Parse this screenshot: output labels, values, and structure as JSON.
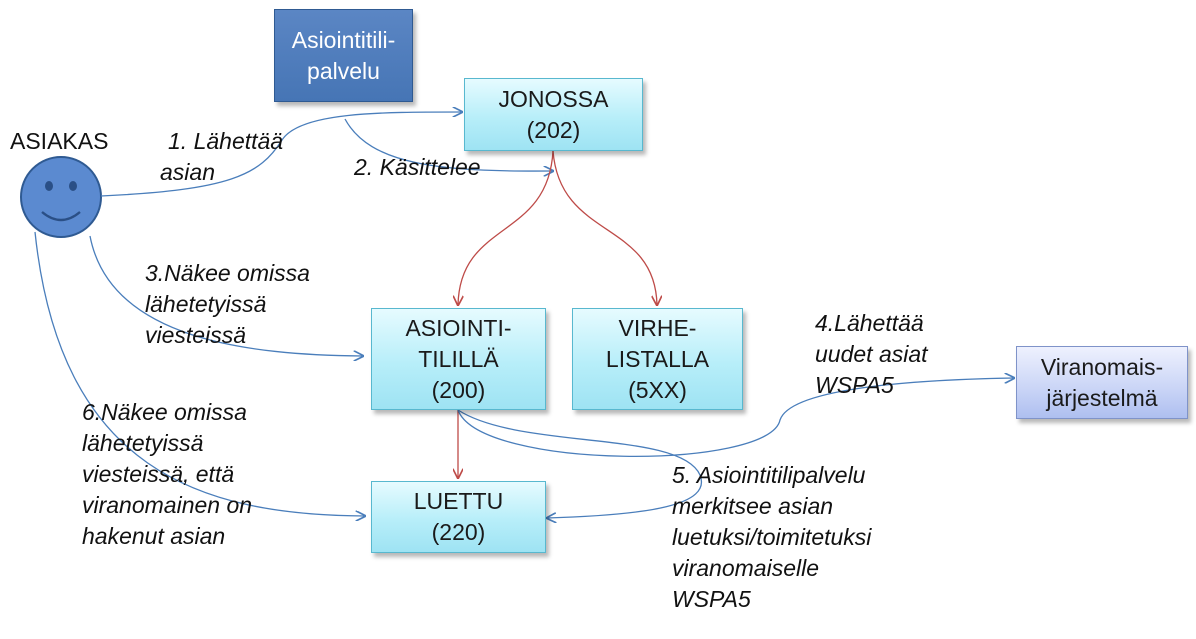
{
  "actor": {
    "label": "ASIAKAS"
  },
  "boxes": {
    "service": {
      "lines": [
        "Asiointitili-",
        "palvelu"
      ]
    },
    "queued": {
      "lines": [
        "JONOSSA",
        "(202)"
      ]
    },
    "in_account": {
      "lines": [
        "ASIOINTI-",
        "TILILLÄ",
        "(200)"
      ]
    },
    "error_list": {
      "lines": [
        "VIRHE-",
        "LISTALLA",
        "(5XX)"
      ]
    },
    "read": {
      "lines": [
        "LUETTU",
        "(220)"
      ]
    },
    "authority": {
      "lines": [
        "Viranomais-",
        "järjestelmä"
      ]
    }
  },
  "steps": [
    {
      "lines": [
        "1. Lähettää",
        "asian"
      ]
    },
    {
      "lines": [
        "2. Käsittelee"
      ]
    },
    {
      "lines": [
        "3.Näkee omissa",
        "lähetetyissä",
        "viesteissä"
      ]
    },
    {
      "lines": [
        "4.Lähettää",
        "uudet asiat",
        "WSPA5"
      ]
    },
    {
      "lines": [
        "5. Asiointitilipalvelu",
        "merkitsee asian",
        "luetuksi/toimitetuksi",
        "viranomaiselle",
        "WSPA5"
      ]
    },
    {
      "lines": [
        "6.Näkee omissa",
        "lähetetyissä",
        "viesteissä, että",
        "viranomainen on",
        "hakenut asian"
      ]
    }
  ],
  "colors": {
    "blue_connector": "#4a7ebb",
    "red_connector": "#be4b48",
    "smiley_fill": "#5b8ad0",
    "smiley_stroke": "#2f5a92"
  }
}
